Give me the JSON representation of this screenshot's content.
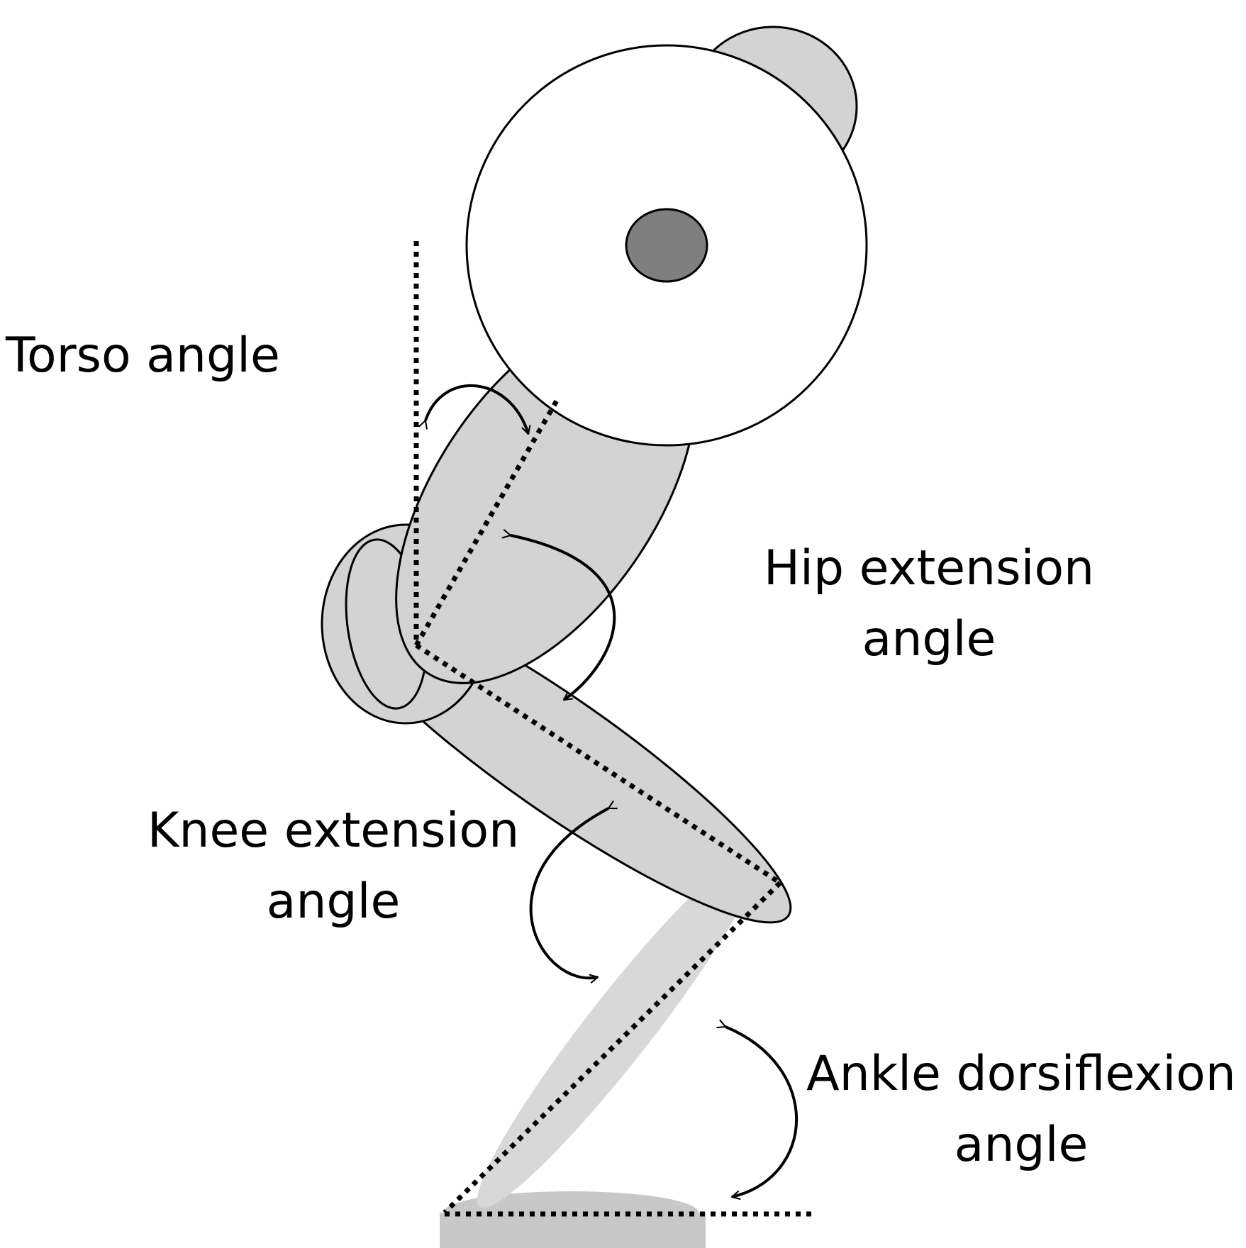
{
  "labels": {
    "torso": "Torso angle",
    "hip_line1": "Hip extension",
    "hip_line2": "angle",
    "knee_line1": "Knee extension",
    "knee_line2": "angle",
    "ankle_line1": "Ankle dorsiflexion",
    "ankle_line2": "angle"
  },
  "colors": {
    "body_fill": "#d3d3d3",
    "outline": "#000000",
    "plate_fill": "#ffffff",
    "plate_hole": "#7f7f7f",
    "background": "#ffffff"
  }
}
